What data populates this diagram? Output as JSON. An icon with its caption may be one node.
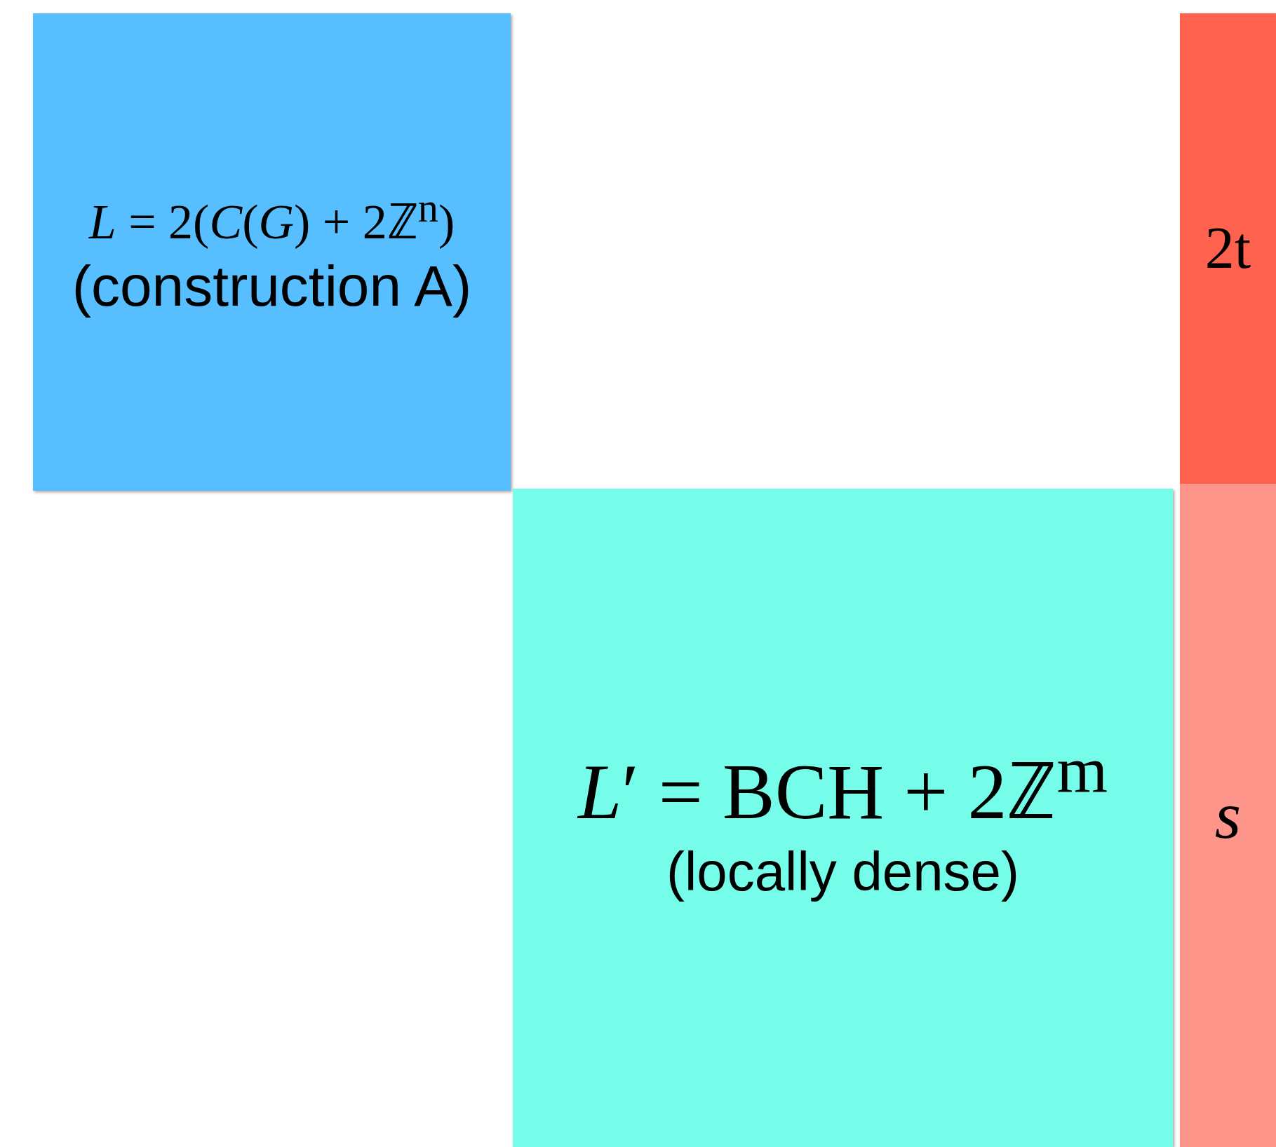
{
  "diagram": {
    "nodes": [
      {
        "text": [
          "*L* = 2(*C*(*G*) + 2ℤ$^{n}$)",
          "(construction A)"
        ]
      },
      {
        "text": [
          "2t"
        ]
      },
      {
        "text": [
          "*L*′ = BCH + 2ℤ$^{m}$",
          "(locally dense)"
        ]
      },
      {
        "text": [
          "*s*"
        ]
      }
    ]
  }
}
